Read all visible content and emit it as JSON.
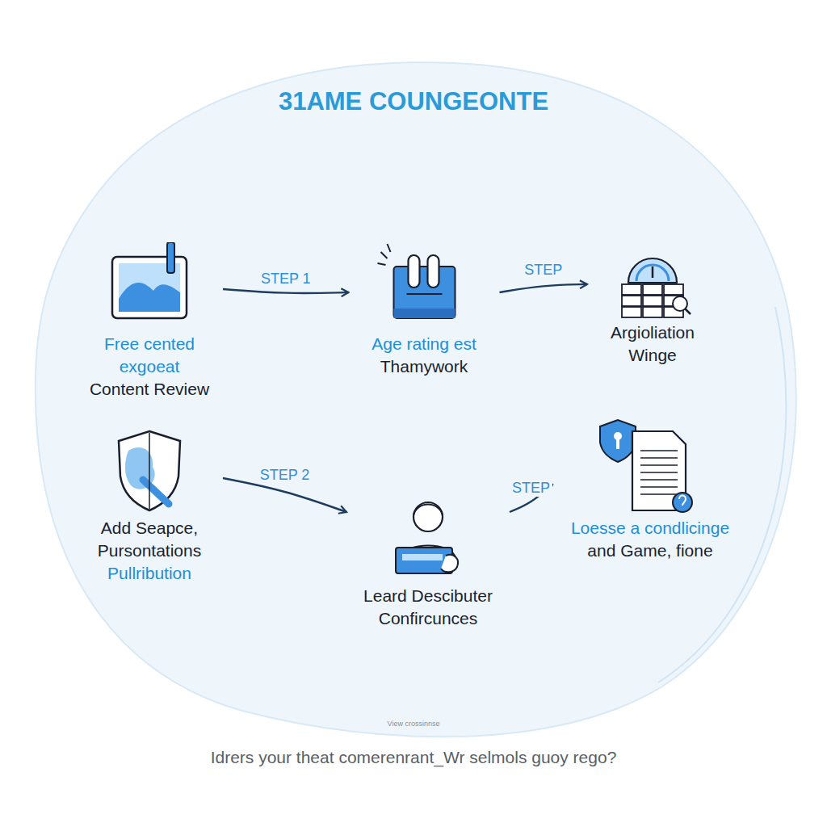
{
  "diagram": {
    "title": "31AME COUNGEONTE",
    "caption": "Idrers your theat comerenrant_Wr selmols guoy rego?",
    "nodes": [
      {
        "text": [
          "Free cented exgoeat",
          "Content Review"
        ]
      },
      {
        "text": [
          "Age rating est",
          "Thamywork"
        ]
      },
      {
        "text": [
          "Argioliation Winge"
        ]
      },
      {
        "text": [
          "Add Seapce, Pursontations",
          "Pullribution"
        ]
      },
      {
        "text": [
          "Leard Descibuter Confircunces"
        ]
      },
      {
        "text": [
          "Loesse a condlicinge",
          "and Game, fione"
        ]
      }
    ],
    "edges": [
      {
        "from": 0,
        "to": 1,
        "arrow": "to",
        "label": "STEP 1"
      },
      {
        "from": 1,
        "to": 2,
        "arrow": "to",
        "label": "STEP"
      },
      {
        "from": 3,
        "to": 4,
        "arrow": "to",
        "label": "STEP 2"
      },
      {
        "from": 4,
        "to": 5,
        "arrow": "to",
        "label": "STEP"
      }
    ],
    "labels": [
      "View crossinnse"
    ]
  }
}
